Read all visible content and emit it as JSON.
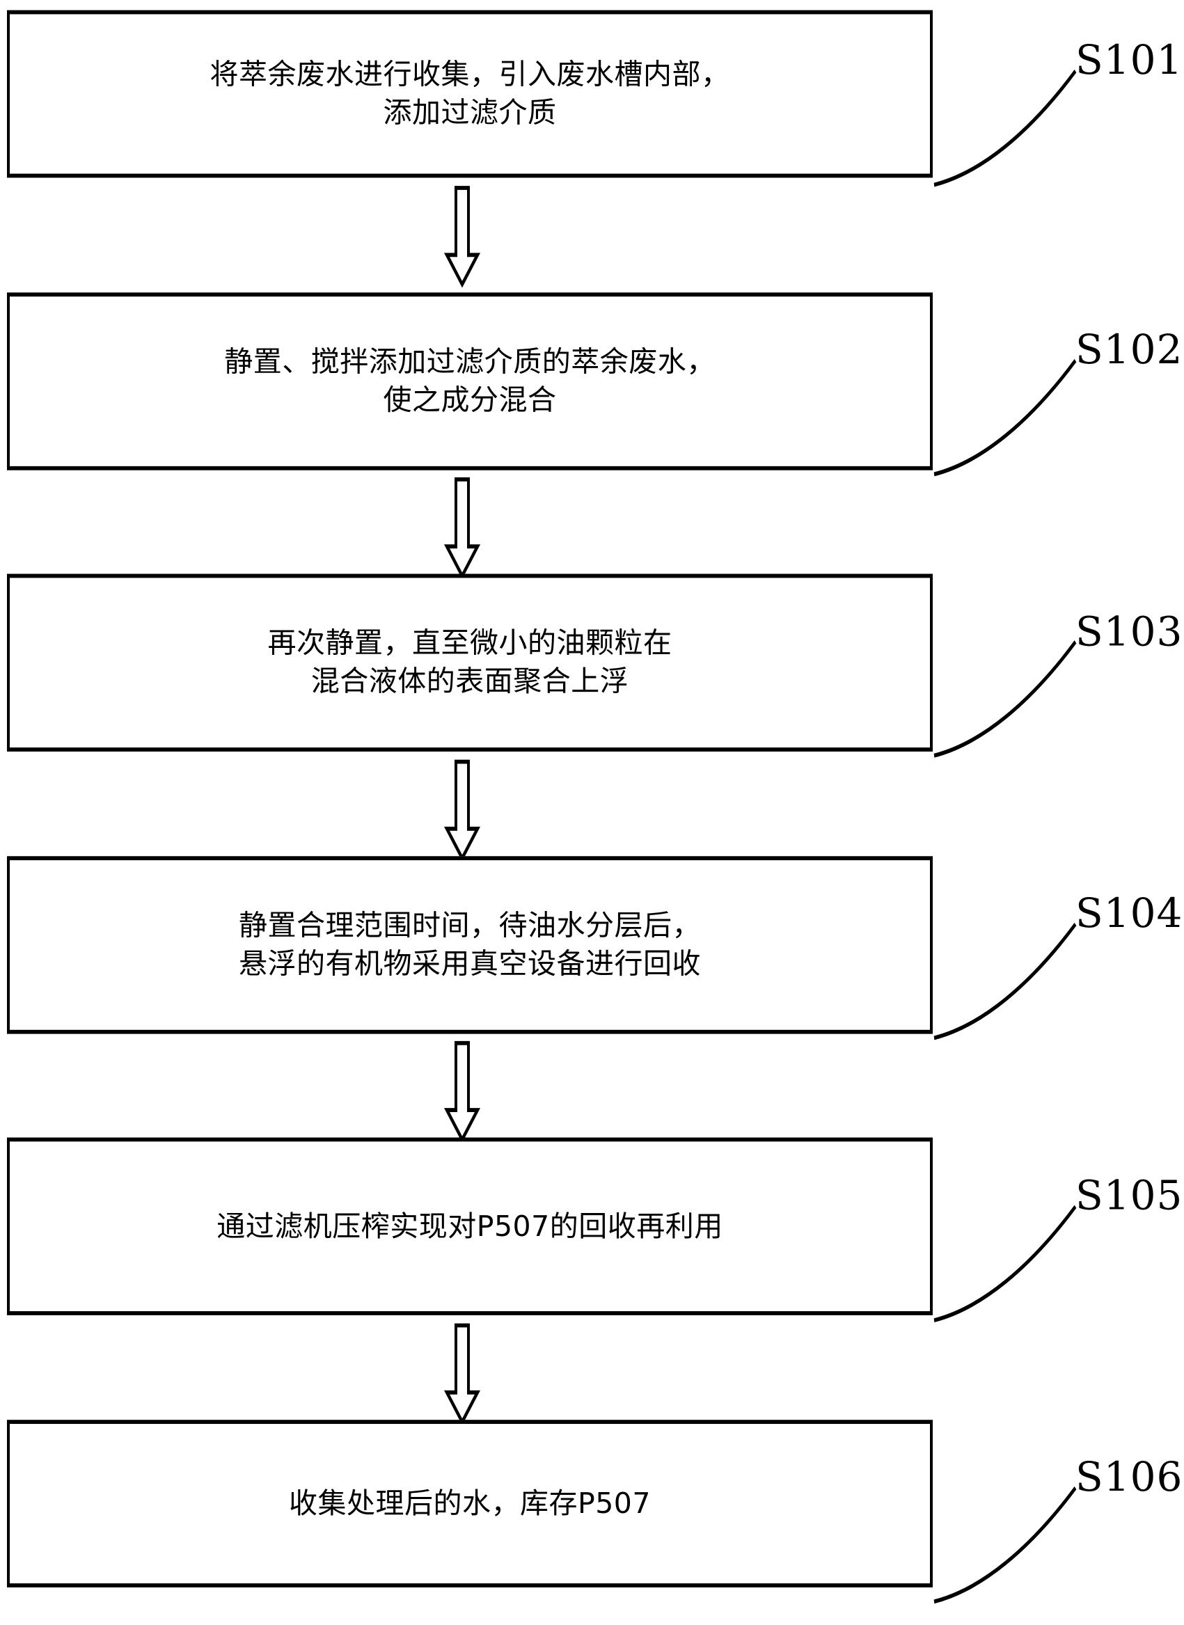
{
  "diagram": {
    "type": "flowchart",
    "orientation": "vertical",
    "title": "",
    "steps": [
      {
        "id": "S101",
        "label": "S101",
        "text": "将萃余废水进行收集，引入废水槽内部，\n添加过滤介质"
      },
      {
        "id": "S102",
        "label": "S102",
        "text": "静置、搅拌添加过滤介质的萃余废水，\n使之成分混合"
      },
      {
        "id": "S103",
        "label": "S103",
        "text": "再次静置，直至微小的油颗粒在\n混合液体的表面聚合上浮"
      },
      {
        "id": "S104",
        "label": "S104",
        "text": "静置合理范围时间，待油水分层后，\n悬浮的有机物采用真空设备进行回收"
      },
      {
        "id": "S105",
        "label": "S105",
        "text": "通过滤机压榨实现对P507的回收再利用"
      },
      {
        "id": "S106",
        "label": "S106",
        "text": "收集处理后的水，库存P507"
      }
    ],
    "connectors": [
      {
        "from": "S101",
        "to": "S102",
        "style": "hollow-down-arrow"
      },
      {
        "from": "S102",
        "to": "S103",
        "style": "hollow-down-arrow"
      },
      {
        "from": "S103",
        "to": "S104",
        "style": "hollow-down-arrow"
      },
      {
        "from": "S104",
        "to": "S105",
        "style": "hollow-down-arrow"
      },
      {
        "from": "S105",
        "to": "S106",
        "style": "hollow-down-arrow"
      }
    ],
    "colors": {
      "stroke": "#000000",
      "fill": "#ffffff",
      "text": "#000000"
    }
  }
}
